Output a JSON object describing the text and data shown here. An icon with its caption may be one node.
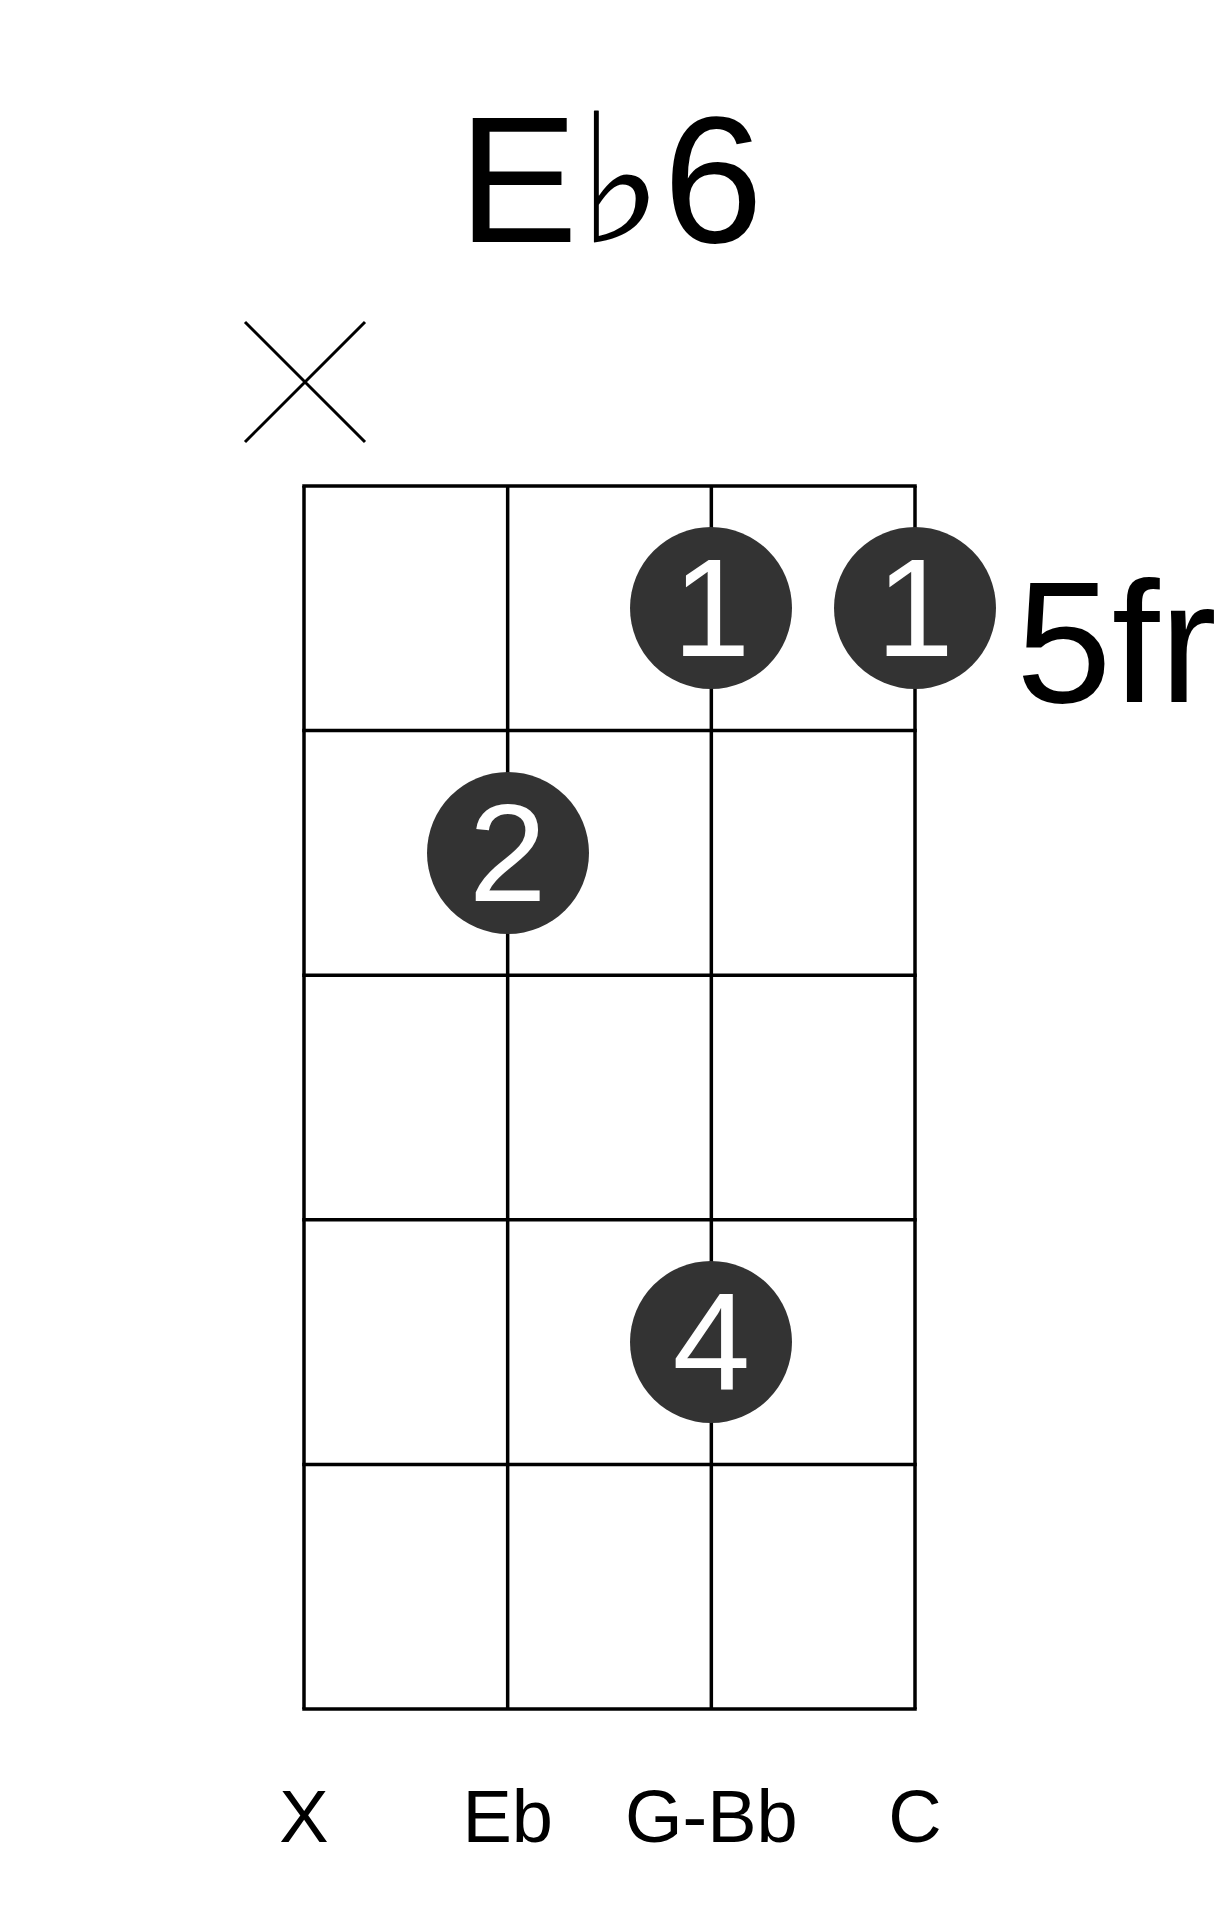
{
  "diagram": {
    "title": "E♭6",
    "nodes": [
      {
        "text": [
          "1"
        ]
      },
      {
        "text": [
          "1"
        ]
      },
      {
        "text": [
          "2"
        ]
      },
      {
        "text": [
          "4"
        ]
      }
    ],
    "labels": [
      "5fr",
      "X",
      "Eb",
      "G-Bb",
      "C"
    ]
  }
}
